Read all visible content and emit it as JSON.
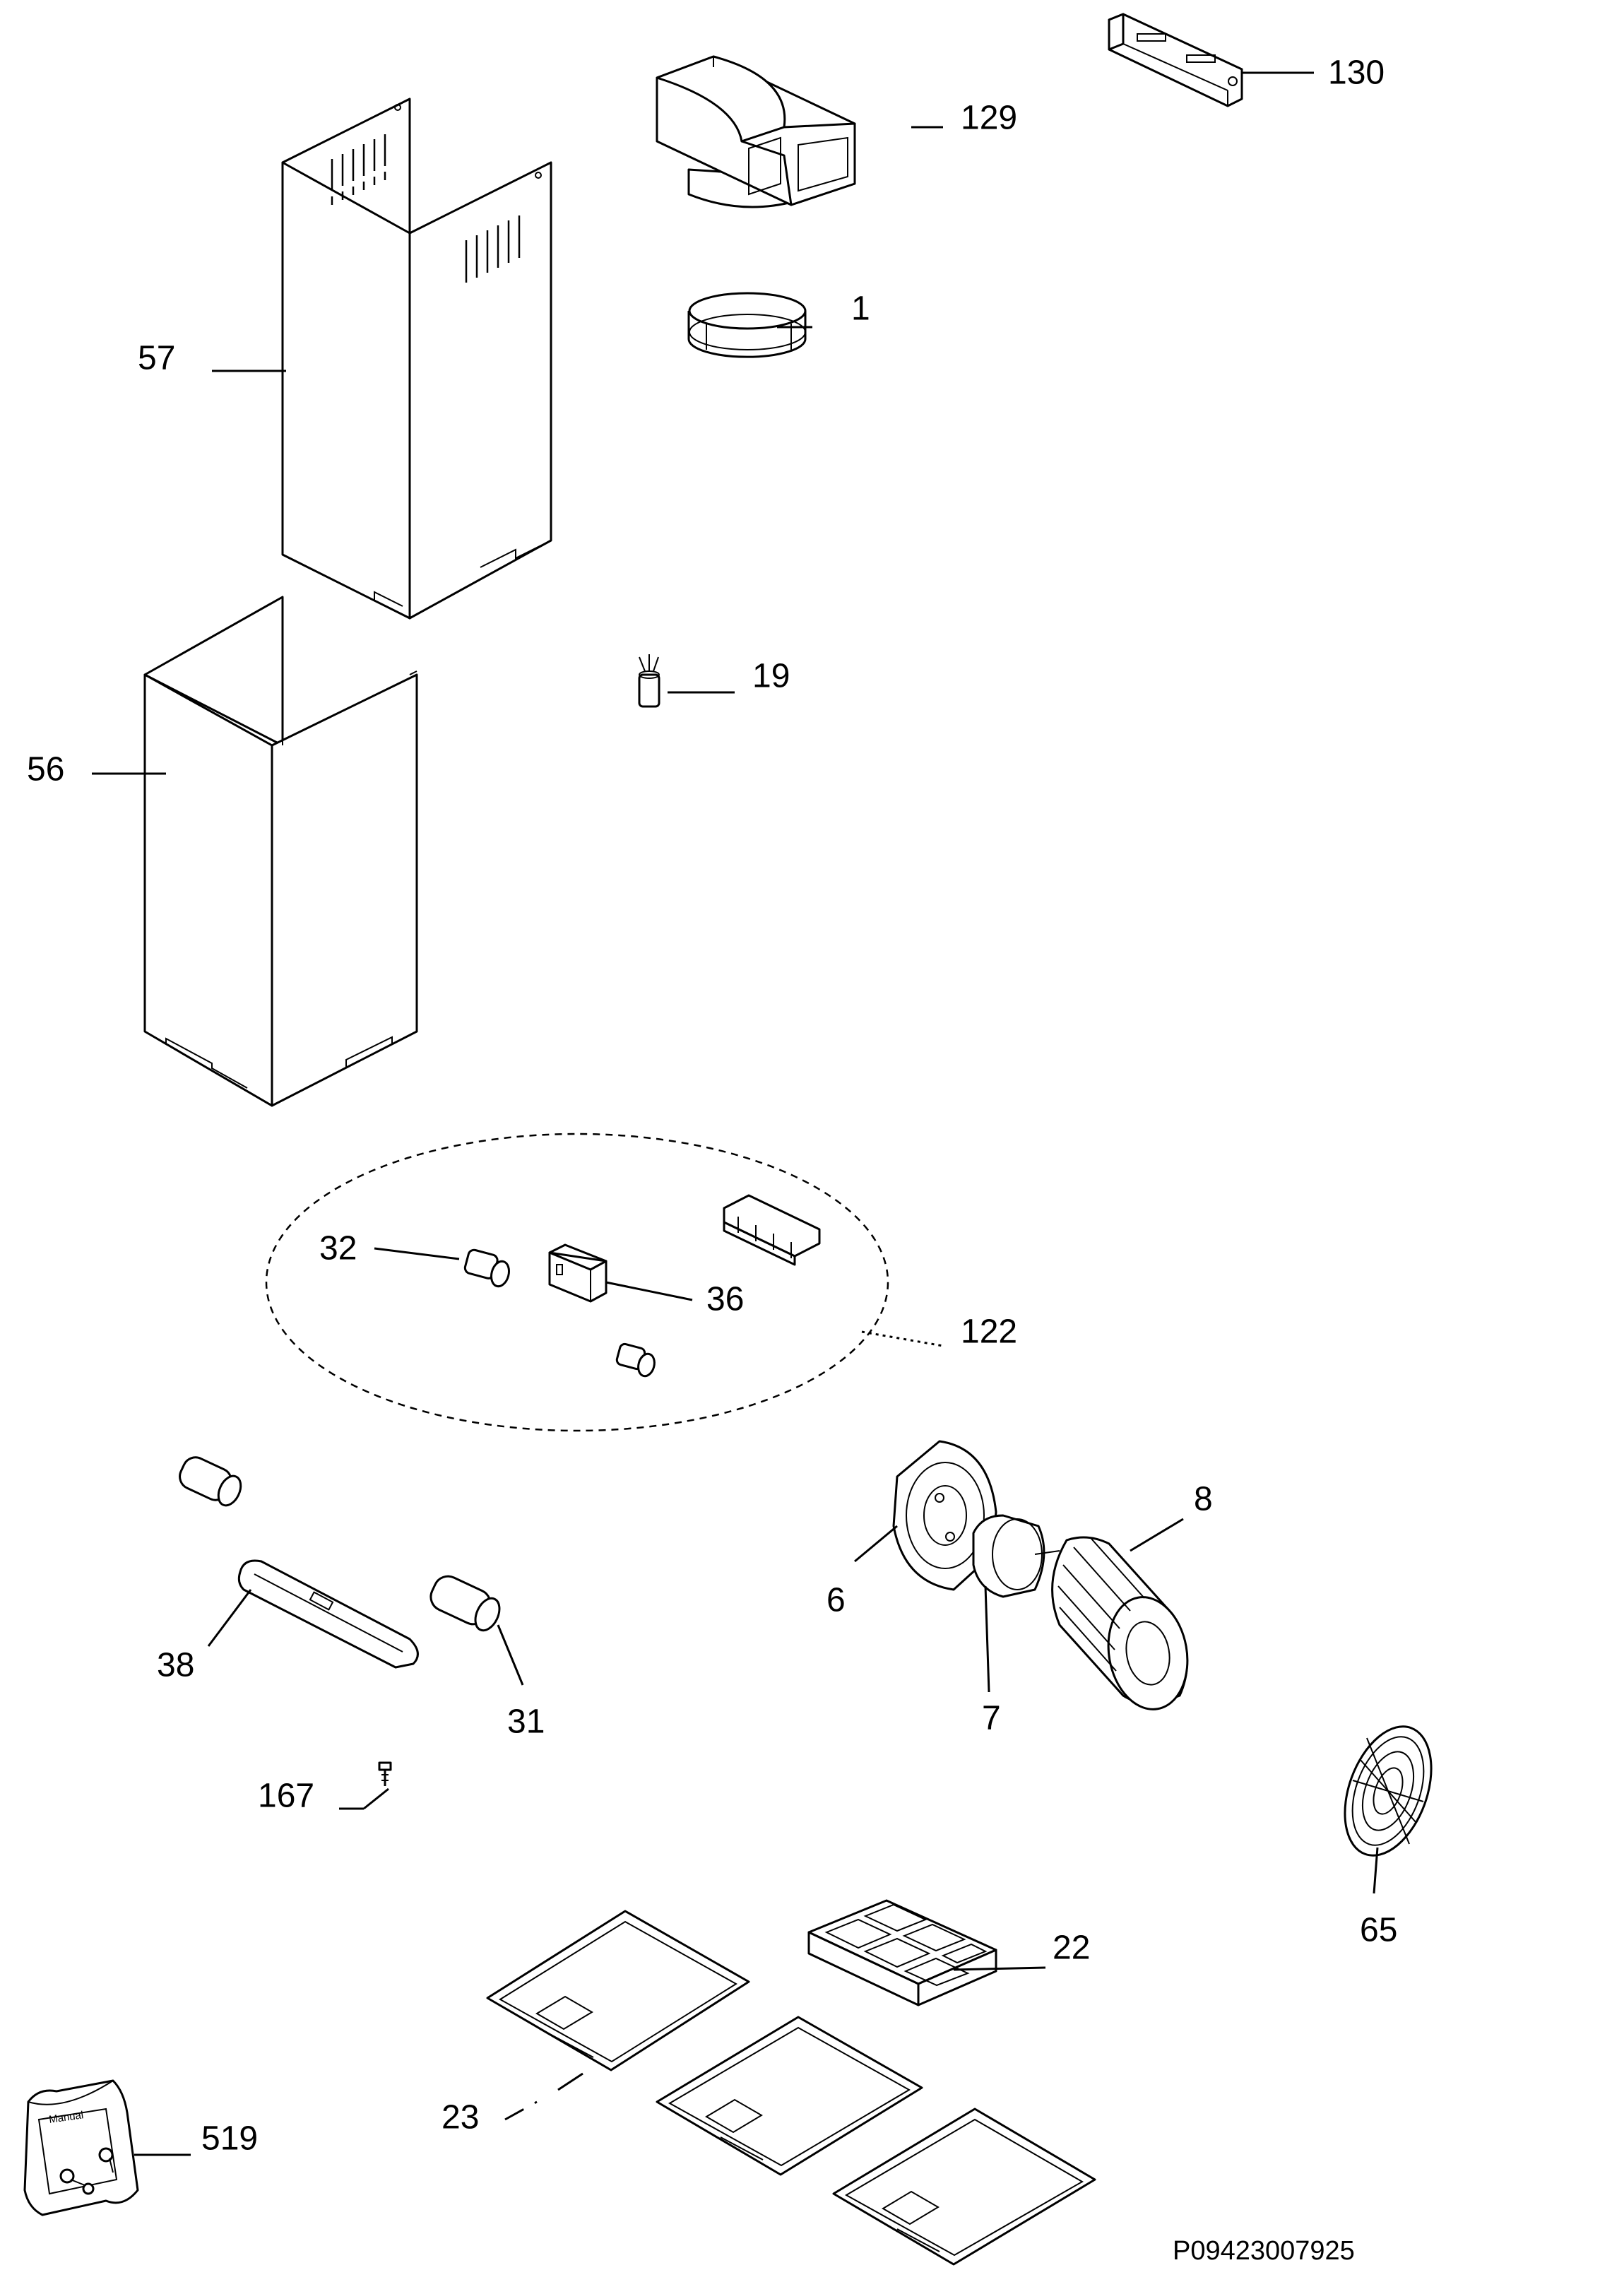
{
  "diagram": {
    "drawing_code": "P09423007925",
    "parts": [
      {
        "id": "p130",
        "number": "130",
        "icon": "mounting-bracket-icon"
      },
      {
        "id": "p129",
        "number": "129",
        "icon": "air-diverter-icon"
      },
      {
        "id": "p1",
        "number": "1",
        "icon": "collar-ring-icon"
      },
      {
        "id": "p57",
        "number": "57",
        "icon": "upper-chimney-icon"
      },
      {
        "id": "p56",
        "number": "56",
        "icon": "lower-chimney-icon"
      },
      {
        "id": "p19",
        "number": "19",
        "icon": "capacitor-icon"
      },
      {
        "id": "p32",
        "number": "32",
        "icon": "lamp-holder-icon"
      },
      {
        "id": "p36",
        "number": "36",
        "icon": "switch-box-icon"
      },
      {
        "id": "p122",
        "number": "122",
        "icon": "electrical-kit-icon"
      },
      {
        "id": "p6",
        "number": "6",
        "icon": "fan-impeller-icon"
      },
      {
        "id": "p8",
        "number": "8",
        "icon": "motor-plate-icon"
      },
      {
        "id": "p7",
        "number": "7",
        "icon": "motor-icon"
      },
      {
        "id": "p38",
        "number": "38",
        "icon": "light-cover-icon"
      },
      {
        "id": "p31",
        "number": "31",
        "icon": "halogen-lamp-icon"
      },
      {
        "id": "p167",
        "number": "167",
        "icon": "screw-icon"
      },
      {
        "id": "p65",
        "number": "65",
        "icon": "fan-grille-icon"
      },
      {
        "id": "p22",
        "number": "22",
        "icon": "carbon-filter-icon"
      },
      {
        "id": "p23",
        "number": "23",
        "icon": "grease-filter-icon"
      },
      {
        "id": "p519",
        "number": "519",
        "icon": "manual-bag-icon"
      }
    ],
    "bag_label": "Manual"
  }
}
